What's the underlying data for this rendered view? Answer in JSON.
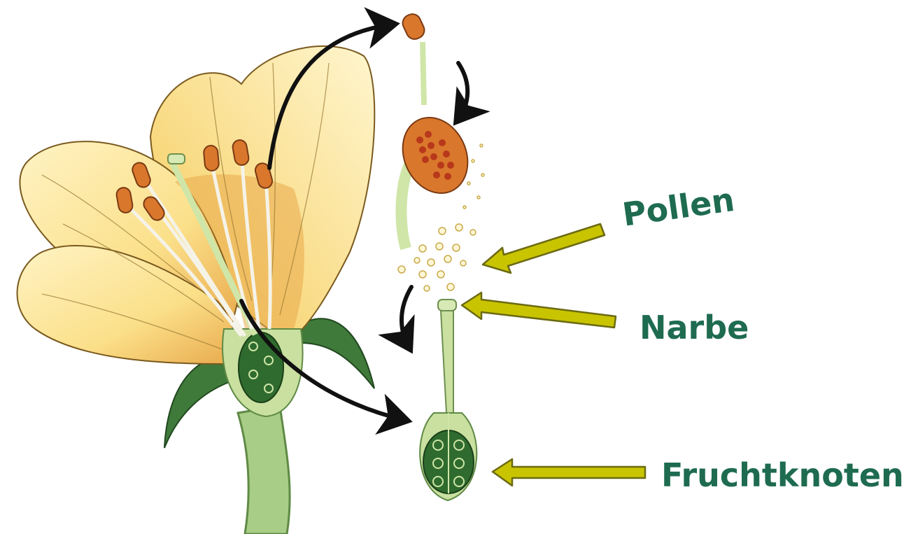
{
  "labels": {
    "pollen": "Pollen",
    "narbe": "Narbe",
    "fruchtknoten": "Fruchtknoten"
  },
  "colors": {
    "label_text": "#1e6b50",
    "pointer_fill": "#c9c400",
    "pointer_stroke": "#6b6a12",
    "petal_fill": "#fbe59a",
    "petal_inner": "#e2a64a",
    "anther": "#d9772c",
    "pollen_sac": "#b8381b",
    "leaf": "#3f7a3a",
    "ovary": "#2f6b2e",
    "style": "#c9e0a0"
  },
  "icons": {
    "pointer": "yellow-arrow-left-icon",
    "flow": "black-curved-arrow-icon"
  }
}
